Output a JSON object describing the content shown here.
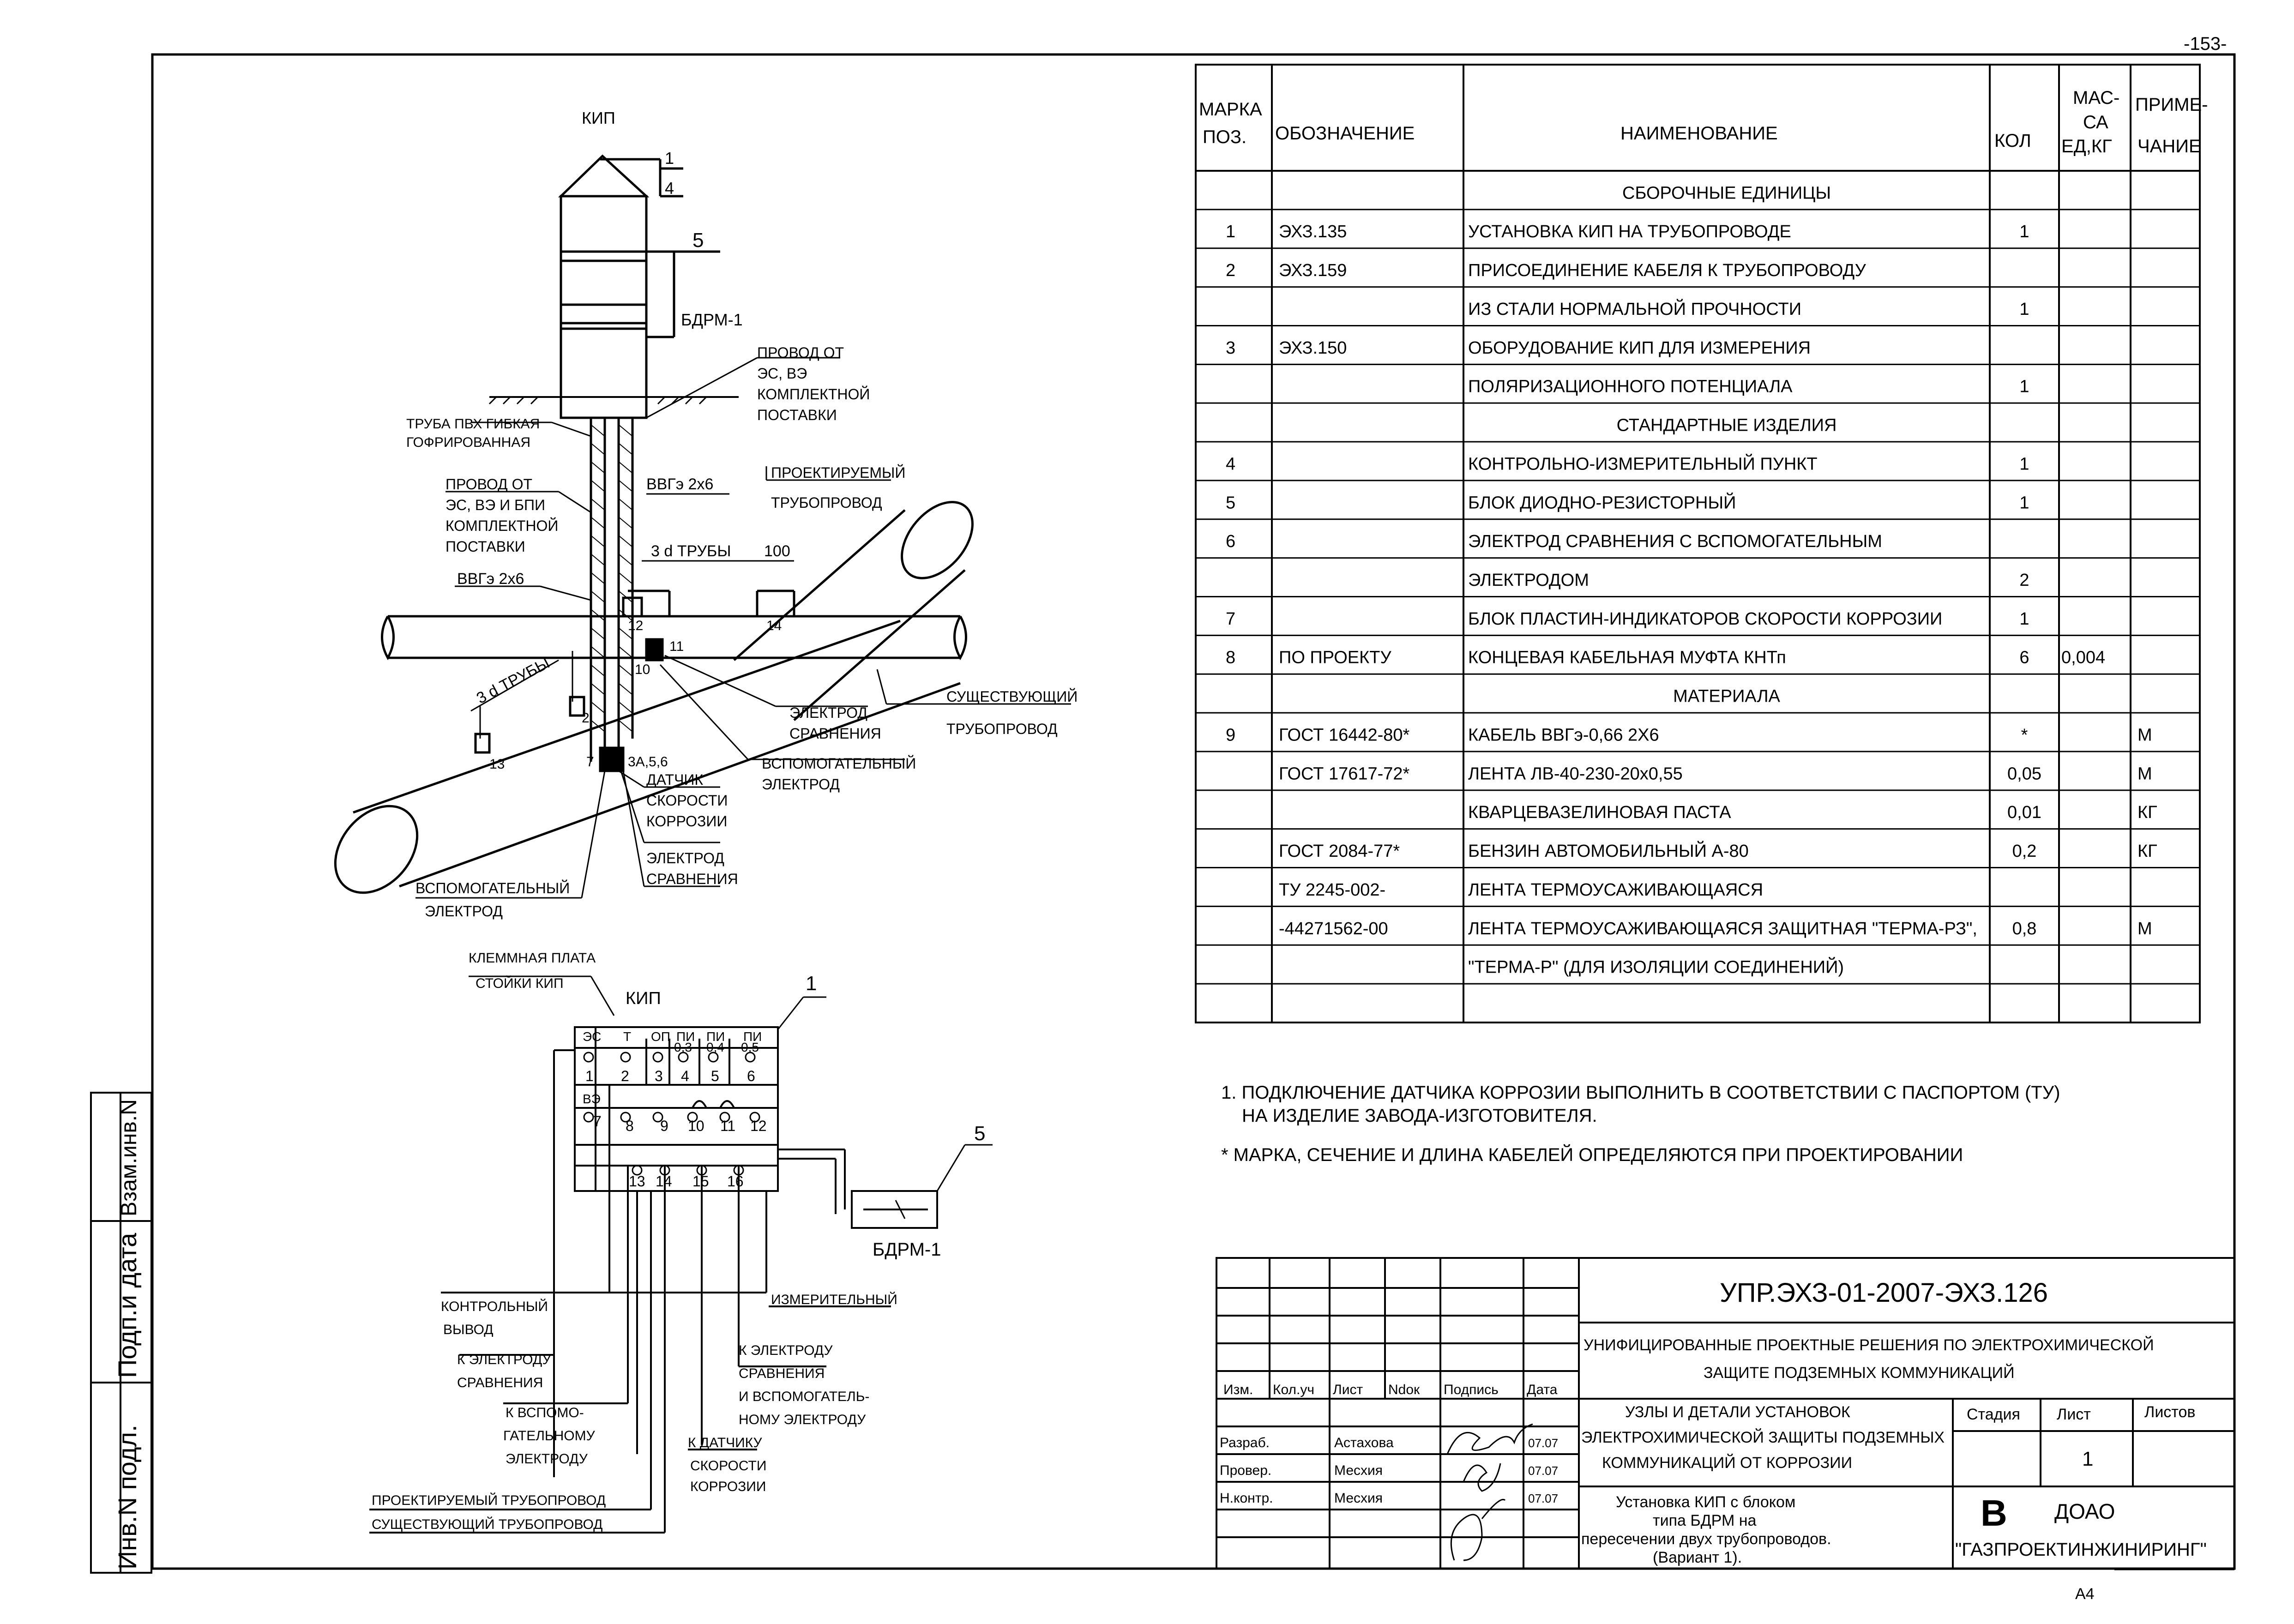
{
  "page_number": "-153-",
  "format": "А4",
  "drawing_top": {
    "kip_title": "КИП",
    "pos_1": "1",
    "pos_4": "4",
    "pos_5": "5",
    "bdrm": "БДРМ-1",
    "wire_top_1": "ПРОВОД ОТ",
    "wire_top_2": "ЭС, ВЭ",
    "wire_top_3": "КОМПЛЕКТНОЙ",
    "wire_top_4": "ПОСТАВКИ",
    "pvc_1": "ТРУБА ПВХ ГИБКАЯ",
    "pvc_2": "ГОФРИРОВАННАЯ",
    "wire_left_1": "ПРОВОД ОТ",
    "wire_left_2": "ЭС, ВЭ И БПИ",
    "wire_left_3": "КОМПЛЕКТНОЙ",
    "wire_left_4": "ПОСТАВКИ",
    "cable_left": "ВВГэ 2х6",
    "cable_mid": "ВВГэ 2х6",
    "designed_1": "ПРОЕКТИРУЕМЫЙ",
    "designed_2": "ТРУБОПРОВОД",
    "dim_3d_top": "3 d ТРУБЫ",
    "dim_100": "100",
    "dim_3d_left": "3 d ТРУБЫ",
    "existing_1": "СУЩЕСТВУЮЩИЙ",
    "existing_2": "ТРУБОПРОВОД",
    "ref_electrode_1": "ЭЛЕКТРОД",
    "ref_electrode_2": "СРАВНЕНИЯ",
    "aux_electrode_1": "ВСПОМОГАТЕЛЬНЫЙ",
    "aux_electrode_2": "ЭЛЕКТРОД",
    "sensor_1": "ДАТЧИК",
    "sensor_2": "СКОРОСТИ",
    "sensor_3": "КОРРОЗИИ",
    "ref2_1": "ЭЛЕКТРОД",
    "ref2_2": "СРАВНЕНИЯ",
    "aux2_1": "ВСПОМОГАТЕЛЬНЫЙ",
    "aux2_2": "ЭЛЕКТРОД",
    "n2": "2",
    "n7": "7",
    "n10": "10",
    "n11": "11",
    "n12": "12",
    "n13": "13",
    "n14": "14",
    "n3456": "3А,5,6"
  },
  "drawing_bottom": {
    "plate_1": "КЛЕММНАЯ ПЛАТА",
    "plate_2": "СТОЙКИ КИП",
    "kip": "КИП",
    "pos_1": "1",
    "pos_5": "5",
    "bdrm": "БДРМ-1",
    "header": [
      "ЭС",
      "Т",
      "ОП",
      "ПИ",
      "ПИ",
      "ПИ"
    ],
    "header2": [
      "0,3",
      "0,4",
      "0,5"
    ],
    "ve": "ВЭ",
    "terminals_row1": [
      "1",
      "2",
      "3",
      "4",
      "5",
      "6"
    ],
    "terminals_row2": [
      "7",
      "8",
      "9",
      "10",
      "11",
      "12"
    ],
    "terminals_row3": [
      "13",
      "14",
      "15",
      "16"
    ],
    "control_1": "КОНТРОЛЬНЫЙ",
    "control_2": "ВЫВОД",
    "to_ref_1": "К ЭЛЕКТРОДУ",
    "to_ref_2": "СРАВНЕНИЯ",
    "to_aux_1": "К ВСПОМО-",
    "to_aux_2": "ГАТЕЛЬНОМУ",
    "to_aux_3": "ЭЛЕКТРОДУ",
    "measuring": "ИЗМЕРИТЕЛЬНЫЙ",
    "to_ref_aux_1": "К ЭЛЕКТРОДУ",
    "to_ref_aux_2": "СРАВНЕНИЯ",
    "to_ref_aux_3": "И ВСПОМОГАТЕЛЬ-",
    "to_ref_aux_4": "НОМУ ЭЛЕКТРОДУ",
    "to_sensor_1": "К ДАТЧИКУ",
    "to_sensor_2": "СКОРОСТИ",
    "to_sensor_3": "КОРРОЗИИ",
    "designed_pipe": "ПРОЕКТИРУЕМЫЙ ТРУБОПРОВОД",
    "existing_pipe": "СУЩЕСТВУЮЩИЙ ТРУБОПРОВОД"
  },
  "spec": {
    "headers": {
      "mark_1": "МАРКА",
      "mark_2": "ПОЗ.",
      "designation": "ОБОЗНАЧЕНИЕ",
      "name": "НАИМЕНОВАНИЕ",
      "qty": "КОЛ",
      "mass_1": "МАС-",
      "mass_2": "СА",
      "mass_3": "ЕД,КГ",
      "note_1": "ПРИМЕ-",
      "note_2": "ЧАНИЕ"
    },
    "rows": [
      {
        "pos": "",
        "des": "",
        "name": "СБОРОЧНЫЕ ЕДИНИЦЫ",
        "qty": "",
        "mass": "",
        "note": "",
        "section": true
      },
      {
        "pos": "1",
        "des": "ЭХЗ.135",
        "name": "УСТАНОВКА КИП НА ТРУБОПРОВОДЕ",
        "qty": "1",
        "mass": "",
        "note": ""
      },
      {
        "pos": "2",
        "des": "ЭХЗ.159",
        "name": "ПРИСОЕДИНЕНИЕ КАБЕЛЯ К ТРУБОПРОВОДУ",
        "qty": "",
        "mass": "",
        "note": ""
      },
      {
        "pos": "",
        "des": "",
        "name": "ИЗ СТАЛИ НОРМАЛЬНОЙ ПРОЧНОСТИ",
        "qty": "1",
        "mass": "",
        "note": ""
      },
      {
        "pos": "3",
        "des": "ЭХЗ.150",
        "name": "ОБОРУДОВАНИЕ КИП ДЛЯ ИЗМЕРЕНИЯ",
        "qty": "",
        "mass": "",
        "note": ""
      },
      {
        "pos": "",
        "des": "",
        "name": "ПОЛЯРИЗАЦИОННОГО ПОТЕНЦИАЛА",
        "qty": "1",
        "mass": "",
        "note": ""
      },
      {
        "pos": "",
        "des": "",
        "name": "СТАНДАРТНЫЕ ИЗДЕЛИЯ",
        "qty": "",
        "mass": "",
        "note": "",
        "section": true
      },
      {
        "pos": "4",
        "des": "",
        "name": "КОНТРОЛЬНО-ИЗМЕРИТЕЛЬНЫЙ ПУНКТ",
        "qty": "1",
        "mass": "",
        "note": ""
      },
      {
        "pos": "5",
        "des": "",
        "name": "БЛОК ДИОДНО-РЕЗИСТОРНЫЙ",
        "qty": "1",
        "mass": "",
        "note": ""
      },
      {
        "pos": "6",
        "des": "",
        "name": "ЭЛЕКТРОД СРАВНЕНИЯ С ВСПОМОГАТЕЛЬНЫМ",
        "qty": "",
        "mass": "",
        "note": ""
      },
      {
        "pos": "",
        "des": "",
        "name": "ЭЛЕКТРОДОМ",
        "qty": "2",
        "mass": "",
        "note": ""
      },
      {
        "pos": "7",
        "des": "",
        "name": "БЛОК ПЛАСТИН-ИНДИКАТОРОВ СКОРОСТИ КОРРОЗИИ",
        "qty": "1",
        "mass": "",
        "note": ""
      },
      {
        "pos": "8",
        "des": "ПО ПРОЕКТУ",
        "name": "КОНЦЕВАЯ КАБЕЛЬНАЯ МУФТА КНТп",
        "qty": "6",
        "mass": "0,004",
        "note": ""
      },
      {
        "pos": "",
        "des": "",
        "name": "МАТЕРИАЛА",
        "qty": "",
        "mass": "",
        "note": "",
        "section": true
      },
      {
        "pos": "9",
        "des": "ГОСТ 16442-80*",
        "name": "КАБЕЛЬ ВВГэ-0,66 2Х6",
        "qty": "*",
        "mass": "",
        "note": "М"
      },
      {
        "pos": "",
        "des": "ГОСТ 17617-72*",
        "name": "ЛЕНТА ЛВ-40-230-20х0,55",
        "qty": "0,05",
        "mass": "",
        "note": "М"
      },
      {
        "pos": "",
        "des": "",
        "name": "КВАРЦЕВАЗЕЛИНОВАЯ ПАСТА",
        "qty": "0,01",
        "mass": "",
        "note": "КГ"
      },
      {
        "pos": "",
        "des": "ГОСТ 2084-77*",
        "name": "БЕНЗИН АВТОМОБИЛЬНЫЙ А-80",
        "qty": "0,2",
        "mass": "",
        "note": "КГ"
      },
      {
        "pos": "",
        "des": "ТУ 2245-002-",
        "name": "ЛЕНТА ТЕРМОУСАЖИВАЮЩАЯСЯ",
        "qty": "",
        "mass": "",
        "note": ""
      },
      {
        "pos": "",
        "des": "-44271562-00",
        "name": "ЛЕНТА ТЕРМОУСАЖИВАЮЩАЯСЯ ЗАЩИТНАЯ \"ТЕРМА-РЗ\",",
        "qty": "0,8",
        "mass": "",
        "note": "М"
      },
      {
        "pos": "",
        "des": "",
        "name": "\"ТЕРМА-Р\" (ДЛЯ ИЗОЛЯЦИИ СОЕДИНЕНИЙ)",
        "qty": "",
        "mass": "",
        "note": ""
      },
      {
        "pos": "",
        "des": "",
        "name": "",
        "qty": "",
        "mass": "",
        "note": ""
      }
    ]
  },
  "notes": {
    "n1_a": "1. ПОДКЛЮЧЕНИЕ ДАТЧИКА КОРРОЗИИ ВЫПОЛНИТЬ В СООТВЕТСТВИИ С ПАСПОРТОМ (ТУ)",
    "n1_b": "НА ИЗДЕЛИЕ ЗАВОДА-ИЗГОТОВИТЕЛЯ.",
    "n2": "* МАРКА, СЕЧЕНИЕ И ДЛИНА КАБЕЛЕЙ ОПРЕДЕЛЯЮТСЯ ПРИ ПРОЕКТИРОВАНИИ"
  },
  "stamp": {
    "code": "УПР.ЭХЗ-01-2007-ЭХЗ.126",
    "title_1": "УНИФИЦИРОВАННЫЕ ПРОЕКТНЫЕ РЕШЕНИЯ ПО ЭЛЕКТРОХИМИЧЕСКОЙ",
    "title_2": "ЗАЩИТЕ ПОДЗЕМНЫХ КОММУНИКАЦИЙ",
    "cols": [
      "Изм.",
      "Кол.уч",
      "Лист",
      "Ndок",
      "Подпись",
      "Дата"
    ],
    "part_1": "УЗЛЫ И ДЕТАЛИ УСТАНОВОК",
    "part_2": "ЭЛЕКТРОХИМИЧЕСКОЙ ЗАЩИТЫ ПОДЗЕМНЫХ",
    "part_3": "КОММУНИКАЦИЙ ОТ КОРРОЗИИ",
    "stage": "Стадия",
    "sheet": "Лист",
    "sheets": "Листов",
    "sheet_no": "1",
    "role_1": "Разраб.",
    "name_1": "Астахова",
    "date_1": "07.07",
    "role_2": "Провер.",
    "name_2": "Месхия",
    "date_2": "07.07",
    "role_3": "Н.контр.",
    "name_3": "Месхия",
    "date_3": "07.07",
    "desc_1": "Установка КИП с блоком",
    "desc_2": "типа БДРМ на",
    "desc_3": "пересечении двух трубопроводов.",
    "desc_4": "(Вариант 1).",
    "org_1": "ДОАО",
    "org_2": "\"ГАЗПРОЕКТИНЖИНИРИНГ\"",
    "logo": "В"
  },
  "side": {
    "inv_orig": "Инв.N подл.",
    "sign_date": "Подп.и дата",
    "inv_new": "Взам.инв.N"
  }
}
